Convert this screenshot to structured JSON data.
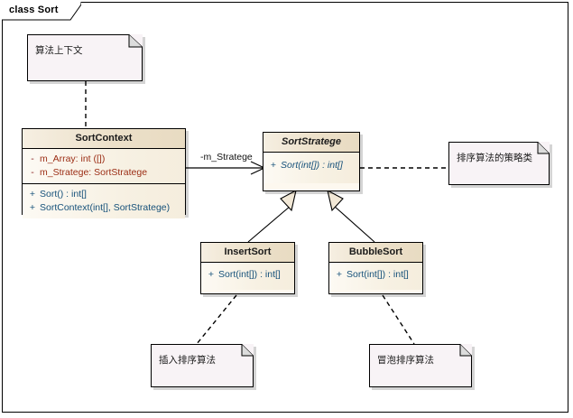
{
  "diagram": {
    "frame_label": "class Sort",
    "background": "#ffffff",
    "class_fill": "#f6efe2",
    "class_header_fill": "#ece0c9",
    "note_fill": "#f8f3f6",
    "line_color": "#000000"
  },
  "classes": [
    {
      "id": "SortContext",
      "name": "SortContext",
      "abstract": false,
      "attributes": [
        {
          "visibility": "-",
          "signature": "m_Array:  int ([])"
        },
        {
          "visibility": "-",
          "signature": "m_Stratege:  SortStratege"
        }
      ],
      "operations": [
        {
          "visibility": "+",
          "signature": "Sort() : int[]"
        },
        {
          "visibility": "+",
          "signature": "SortContext(int[], SortStratege)"
        }
      ]
    },
    {
      "id": "SortStratege",
      "name": "SortStratege",
      "abstract": true,
      "attributes": [],
      "operations": [
        {
          "visibility": "+",
          "signature": "Sort(int[]) : int[]"
        }
      ]
    },
    {
      "id": "InsertSort",
      "name": "InsertSort",
      "abstract": false,
      "attributes": [],
      "operations": [
        {
          "visibility": "+",
          "signature": "Sort(int[]) : int[]"
        }
      ]
    },
    {
      "id": "BubbleSort",
      "name": "BubbleSort",
      "abstract": false,
      "attributes": [],
      "operations": [
        {
          "visibility": "+",
          "signature": "Sort(int[]) : int[]"
        }
      ]
    }
  ],
  "notes": [
    {
      "id": "note-context",
      "text": "算法上下文"
    },
    {
      "id": "note-strategy",
      "text": "排序算法的策略类"
    },
    {
      "id": "note-insert",
      "text": "插入排序算法"
    },
    {
      "id": "note-bubble",
      "text": "冒泡排序算法"
    }
  ],
  "edges": {
    "association_label": "-m_Stratege"
  }
}
